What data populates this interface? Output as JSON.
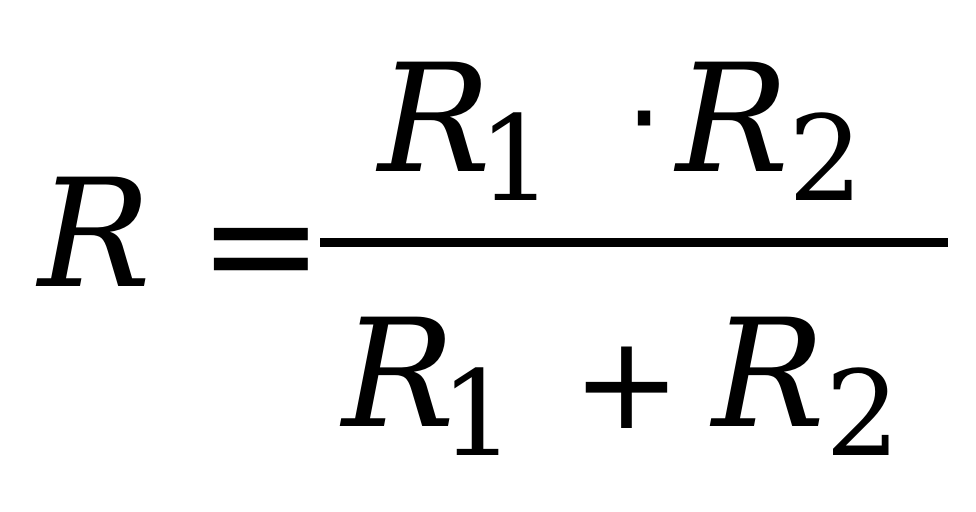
{
  "formula": {
    "lhs": {
      "symbol": "R"
    },
    "equals": "=",
    "numerator": {
      "term1": {
        "symbol": "R",
        "subscript": "1"
      },
      "operator": "·",
      "term2": {
        "symbol": "R",
        "subscript": "2"
      }
    },
    "denominator": {
      "term1": {
        "symbol": "R",
        "subscript": "1"
      },
      "operator": "+",
      "term2": {
        "symbol": "R",
        "subscript": "2"
      }
    }
  }
}
